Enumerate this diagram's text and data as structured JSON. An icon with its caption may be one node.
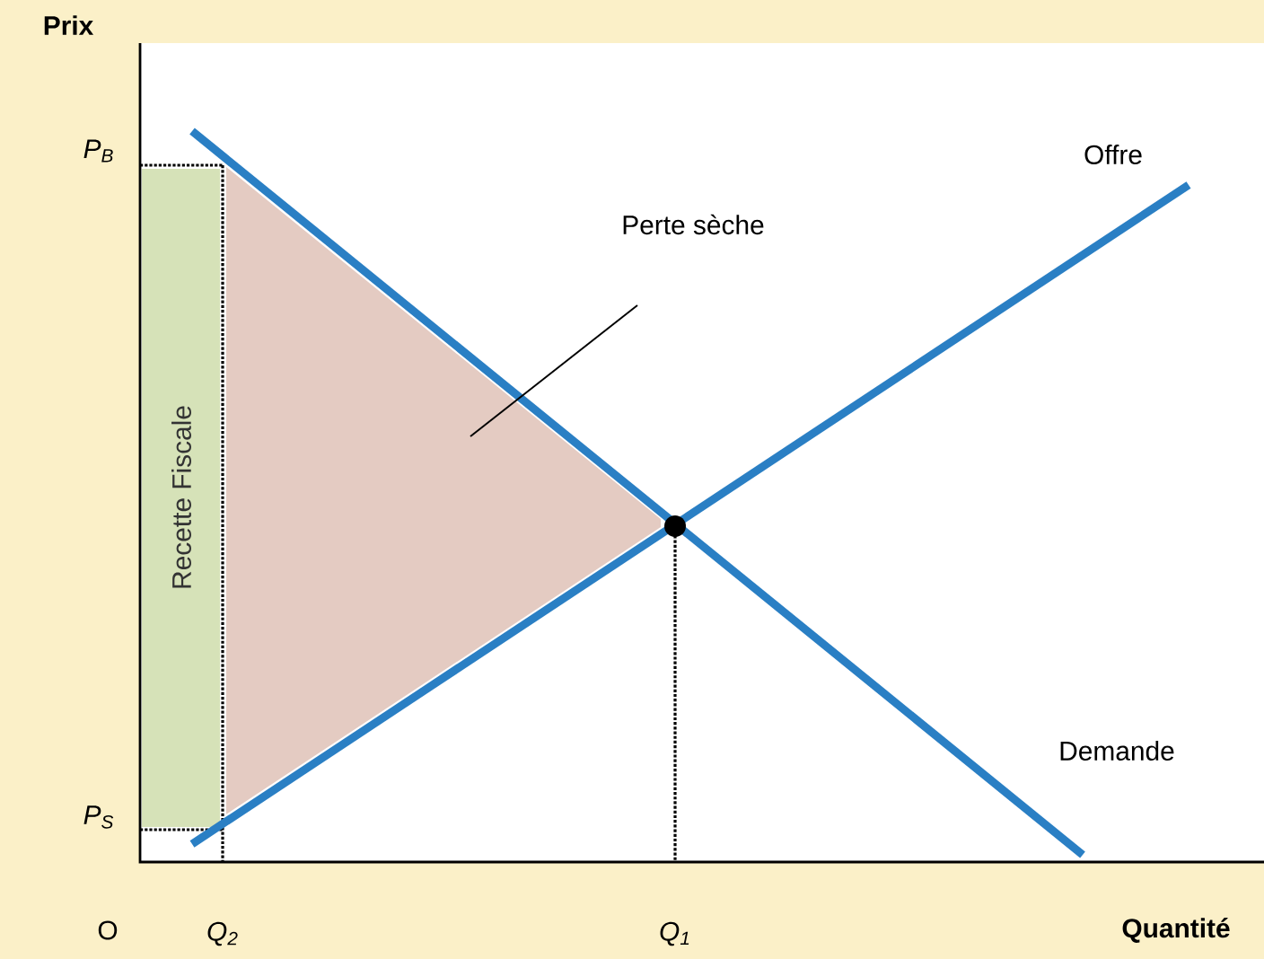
{
  "diagram": {
    "nodes": [
      {
        "text": [
          "Recette Fiscale"
        ]
      },
      {
        "text": [
          "Perte sèche"
        ]
      },
      {
        "text": [],
        "shape": "triangle"
      }
    ],
    "edges": [
      {
        "from": 1,
        "to": 2,
        "arrow": "none"
      }
    ],
    "labels": [
      "Prix",
      "P$_{B}$",
      "Offre",
      "Demande",
      "P$_{S}$",
      "O",
      "Q$_{2}$",
      "Q$_{1}$",
      "Quantité"
    ]
  }
}
